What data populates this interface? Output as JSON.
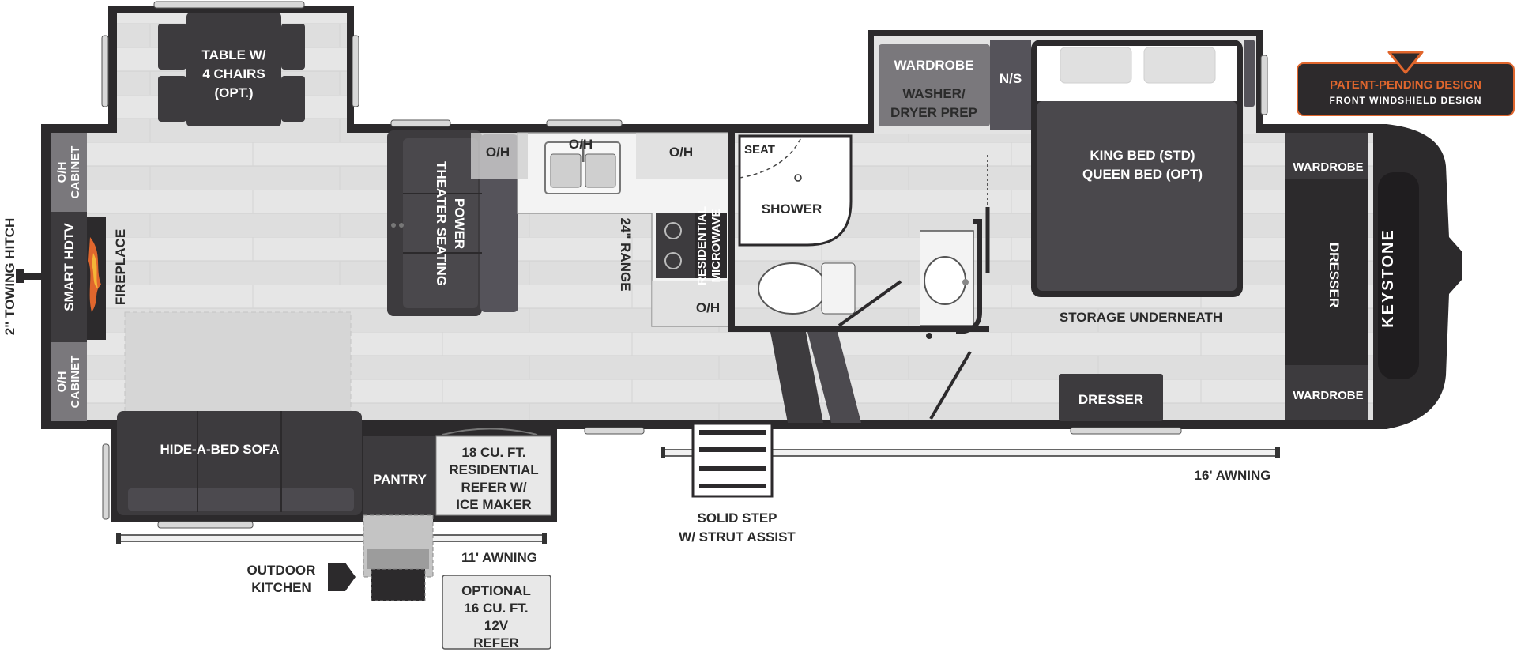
{
  "colors": {
    "wall": "#2c2a2c",
    "floor": "#e4e4e4",
    "plank_line": "#d2d2d2",
    "dark_furniture": "#3d3b3e",
    "mid_furniture": "#55535a",
    "counter": "#f3f3f3",
    "cabinet": "#cfcfcf",
    "badge_orange": "#e0662d",
    "badge_bg": "#2d2a2c"
  },
  "labels": {
    "table": [
      "TABLE W/",
      "4 CHAIRS",
      "(OPT.)"
    ],
    "oh_cabinet_top": [
      "O/H",
      "CABINET"
    ],
    "oh_cabinet_bottom": [
      "O/H",
      "CABINET"
    ],
    "smart_hdtv": "SMART HDTV",
    "fireplace": "FIREPLACE",
    "towing_hitch": "2\" TOWING HITCH",
    "theater_seating": [
      "POWER",
      "THEATER SEATING"
    ],
    "oh_1": "O/H",
    "oh_2": "O/H",
    "oh_3": "O/H",
    "oh_4": "O/H",
    "range": "24\" RANGE",
    "microwave": [
      "RESIDENTIAL",
      "MICROWAVE"
    ],
    "seat": "SEAT",
    "shower": "SHOWER",
    "wardrobe_top": "WARDROBE",
    "washer": [
      "WASHER/",
      "DRYER PREP"
    ],
    "ns": "N/S",
    "bed": [
      "KING BED (STD)",
      "QUEEN BED (OPT)"
    ],
    "storage": "STORAGE UNDERNEATH",
    "wardrobe_right_top": "WARDROBE",
    "wardrobe_right_bottom": "WARDROBE",
    "dresser_right": "DRESSER",
    "dresser_bottom": "DRESSER",
    "keystone": "KEYSTONE",
    "sofa": "HIDE-A-BED SOFA",
    "pantry": "PANTRY",
    "refer": [
      "18 CU. FT.",
      "RESIDENTIAL",
      "REFER W/",
      "ICE MAKER"
    ],
    "awning_16": "16' AWNING",
    "awning_11": "11' AWNING",
    "step": [
      "SOLID STEP",
      "W/ STRUT ASSIST"
    ],
    "outdoor_kitchen": [
      "OUTDOOR",
      "KITCHEN"
    ],
    "optional_refer": [
      "OPTIONAL",
      "16 CU. FT.",
      "12V",
      "REFER"
    ]
  },
  "badge": {
    "line1": "PATENT-PENDING DESIGN",
    "line2": "FRONT WINDSHIELD DESIGN",
    "icon": "triangle-windshield-icon"
  }
}
